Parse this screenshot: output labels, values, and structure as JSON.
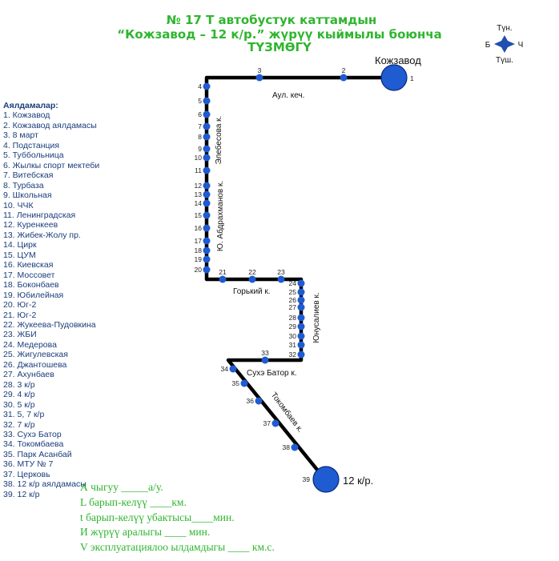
{
  "header": {
    "line1": "№ 17 Т  автобустук каттамдын",
    "line2": "“Кожзавод – 12 к/р.” жүрүү кыймылы боюнча",
    "line3": "ТҮЗМӨГҮ"
  },
  "compass": {
    "north": "Түн.",
    "south": "Түш.",
    "west": "Б",
    "east": "Ч"
  },
  "endpoints": {
    "start": "Кожзавод",
    "end": "12 к/р."
  },
  "streets": {
    "aul": "Аул. кеч.",
    "elebesova": "Элебесова к.",
    "abdrakhmanov": "Ю. Абдрахманов к.",
    "gorky": "Горький к.",
    "yunusaliev": "Юнусалиев к.",
    "sukhe_bator": "Сухэ Батор к.",
    "tokombaev": "Токомбаев к."
  },
  "legend": {
    "title": "Аялдамалар:",
    "items": [
      "1. Кожзавод",
      "2. Кожзавод аялдамасы",
      "3. 8 март",
      "4. Подстанция",
      "5. Туббольница",
      "6. Жылкы спорт мектеби",
      "7. Витебская",
      "8. Турбаза",
      "9. Школьная",
      "10. ЧЧК",
      "11. Ленинградская",
      "12. Куренкеев",
      "13. Жибек-Жолу пр.",
      "14. Цирк",
      "15. ЦУМ",
      "16. Киевская",
      "17. Моссовет",
      "18. Боконбаев",
      "19. Юбилейная",
      "20. Юг-2",
      "21. Юг-2",
      "22. Жукеева-Пудовкина",
      "23. ЖБИ",
      "24. Медерова",
      "25. Жигулевская",
      "26. Джантошева",
      "27. Ахунбаев",
      "28. 3 к/р",
      "29. 4 к/р",
      "30. 5 к/р",
      "31. 5, 7 к/р",
      "32. 7 к/р",
      "33. Сухэ Батор",
      "34. Токомбаева",
      "35. Парк Асанбай",
      "36. МТУ № 7",
      "37. Церковь",
      "38. 12 к/р аялдамасы",
      "39. 12 к/р"
    ]
  },
  "stop_numbers": [
    "1",
    "2",
    "3",
    "4",
    "5",
    "6",
    "7",
    "8",
    "9",
    "10",
    "11",
    "12",
    "13",
    "14",
    "15",
    "16",
    "17",
    "18",
    "19",
    "20",
    "21",
    "22",
    "23",
    "24",
    "25",
    "26",
    "27",
    "28",
    "29",
    "30",
    "31",
    "32",
    "33",
    "34",
    "35",
    "36",
    "37",
    "38",
    "39"
  ],
  "formulas": [
    "А чыгуу   _____а/у.",
    "L барып-келүү  ____км.",
    "t барып-келүү убактысы____мин.",
    "И жүрүү аралыгы ____     мин.",
    "V эксплуатациялоо ылдамдыгы ____ км.с."
  ],
  "colors": {
    "title": "#2fb52f",
    "legend": "#1a3d7a",
    "stop": "#1f5bd1",
    "route": "#000000"
  }
}
